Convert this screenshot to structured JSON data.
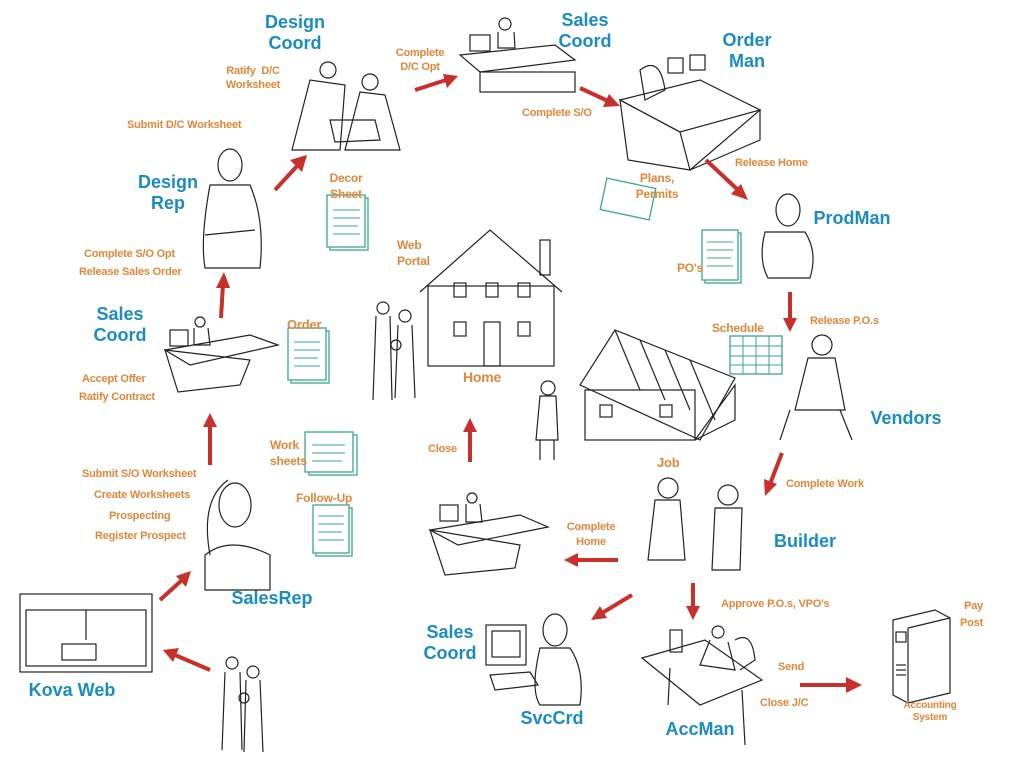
{
  "roles": {
    "design_coord": "Design\nCoord",
    "sales_coord_top": "Sales\nCoord",
    "order_man": "Order\nMan",
    "prodman": "ProdMan",
    "vendors": "Vendors",
    "builder": "Builder",
    "accman": "AccMan",
    "svccrd": "SvcCrd",
    "sales_coord_bottom": "Sales\nCoord",
    "kova_web": "Kova Web",
    "salesrep": "SalesRep",
    "sales_coord_left": "Sales\nCoord",
    "design_rep": "Design\nRep"
  },
  "actions": {
    "ratify_dc": "Ratify  D/C\nWorksheet",
    "submit_dc": "Submit  D/C Worksheet",
    "complete_dc_opt": "Complete\nD/C Opt",
    "complete_so": "Complete S/O",
    "release_home": "Release Home",
    "plans_permits": "Plans,\nPermits",
    "decor_sheet": "Decor\nSheet",
    "web_portal": "Web\nPortal",
    "complete_so_opt": "Complete S/O Opt",
    "release_sales_order": "Release Sales Order",
    "pos": "PO's",
    "schedule": "Schedule",
    "release_pos": "Release P.O.s",
    "order": "Order",
    "home": "Home",
    "accept_offer": "Accept Offer",
    "ratify_contract": "Ratify Contract",
    "worksheets": "Work\nsheets",
    "close": "Close",
    "job": "Job",
    "complete_work": "Complete Work",
    "follow_up": "Follow-Up",
    "submit_so_worksheet": "Submit S/O Worksheet",
    "create_worksheets": "Create Worksheets",
    "prospecting": "Prospecting",
    "register_prospect": "Register Prospect",
    "complete_home": "Complete\nHome",
    "approve_pos": "Approve P.O.s, VPO's",
    "pay_post": "Pay\nPost",
    "send": "Send",
    "close_jc": "Close J/C",
    "accounting_system": "Accounting\nSystem"
  },
  "colors": {
    "role": "#1a8cc0",
    "action": "#e0873a",
    "arrow": "#c8302c",
    "document": "#3aa88a"
  }
}
